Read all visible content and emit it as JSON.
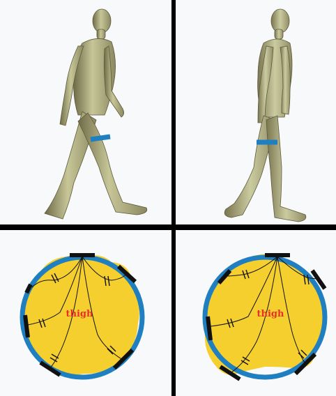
{
  "figure": {
    "panels": {
      "top_left": {
        "subject": "walking-figure",
        "band_color": "#1f7fc0",
        "facing": "right"
      },
      "top_right": {
        "subject": "walking-figure",
        "band_color": "#1f7fc0",
        "facing": "right"
      },
      "bottom_left": {
        "label": "thigh",
        "cross_section": "round"
      },
      "bottom_right": {
        "label": "thigh",
        "cross_section": "deformed"
      }
    },
    "colors": {
      "ring": "#1f7fc0",
      "tissue": "#f5cf2e",
      "label": "#e8302a",
      "electrode": "#111111",
      "skin": "#b9b88a",
      "divider": "#000000"
    }
  }
}
